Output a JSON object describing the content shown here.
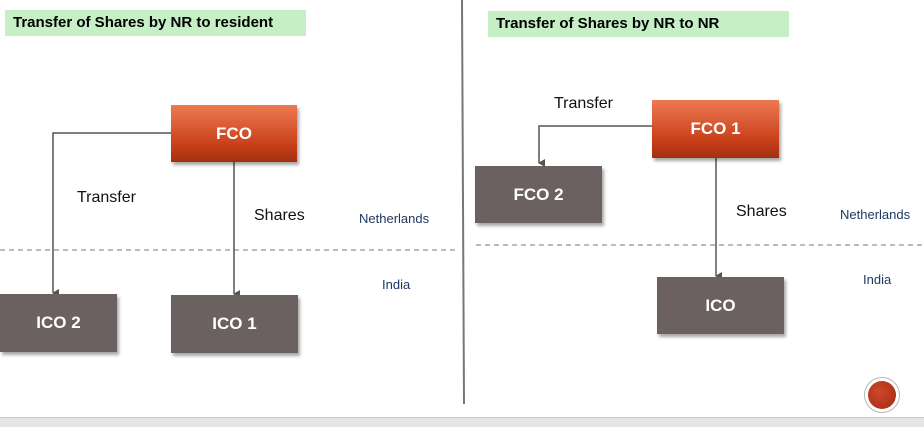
{
  "left_panel": {
    "title": "Transfer of Shares by NR to resident",
    "nodes": {
      "fco": "FCO",
      "ico2": "ICO 2",
      "ico1": "ICO 1"
    },
    "edge_labels": {
      "transfer": "Transfer",
      "shares": "Shares"
    },
    "regions": {
      "upper": "Netherlands",
      "lower": "India"
    }
  },
  "right_panel": {
    "title": "Transfer of Shares by NR to NR",
    "nodes": {
      "fco1": "FCO 1",
      "fco2": "FCO 2",
      "ico": "ICO"
    },
    "edge_labels": {
      "transfer": "Transfer",
      "shares": "Shares"
    },
    "regions": {
      "upper": "Netherlands",
      "lower": "India"
    }
  },
  "colors": {
    "title_bg": "#c6efc6",
    "fco_box": "#d24a1f",
    "ico_box": "#6b6160",
    "region_text": "#1f3864"
  },
  "icons": {
    "nav_button": "next-slide-icon"
  }
}
